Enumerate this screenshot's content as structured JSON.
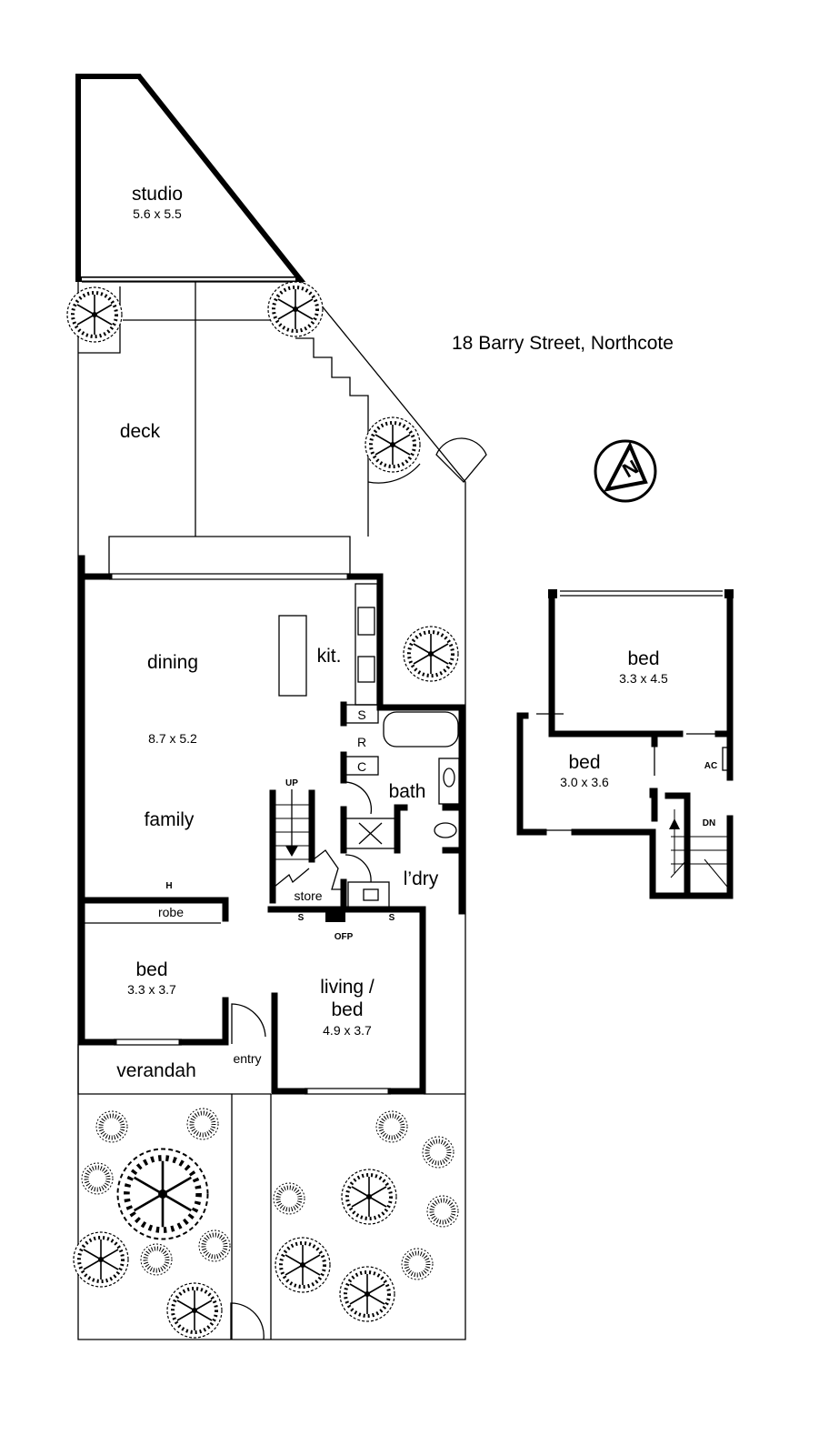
{
  "title": "18 Barry Street, Northcote",
  "ground_floor": {
    "studio": {
      "name": "studio",
      "dim": "5.6 x 5.5"
    },
    "deck": {
      "name": "deck"
    },
    "dining": {
      "name": "dining"
    },
    "dining_family_dim": "8.7 x 5.2",
    "family": {
      "name": "family"
    },
    "kitchen": {
      "name": "kit."
    },
    "bath": {
      "name": "bath"
    },
    "laundry": {
      "name": "l’dry"
    },
    "store": {
      "name": "store"
    },
    "robe": {
      "name": "robe"
    },
    "bed": {
      "name": "bed",
      "dim": "3.3 x 3.7"
    },
    "living": {
      "name1": "living /",
      "name2": "bed",
      "dim": "4.9 x 3.7"
    },
    "verandah": {
      "name": "verandah"
    },
    "entry": {
      "name": "entry"
    },
    "codes": {
      "s": "S",
      "r": "R",
      "c": "C",
      "h": "H",
      "up": "UP",
      "ofp": "OFP",
      "s_small": "S"
    }
  },
  "upper_floor": {
    "bed1": {
      "name": "bed",
      "dim": "3.3 x 4.5"
    },
    "bed2": {
      "name": "bed",
      "dim": "3.0 x 3.6"
    },
    "ac": "AC",
    "dn": "DN"
  },
  "compass": {
    "letter": "N"
  }
}
